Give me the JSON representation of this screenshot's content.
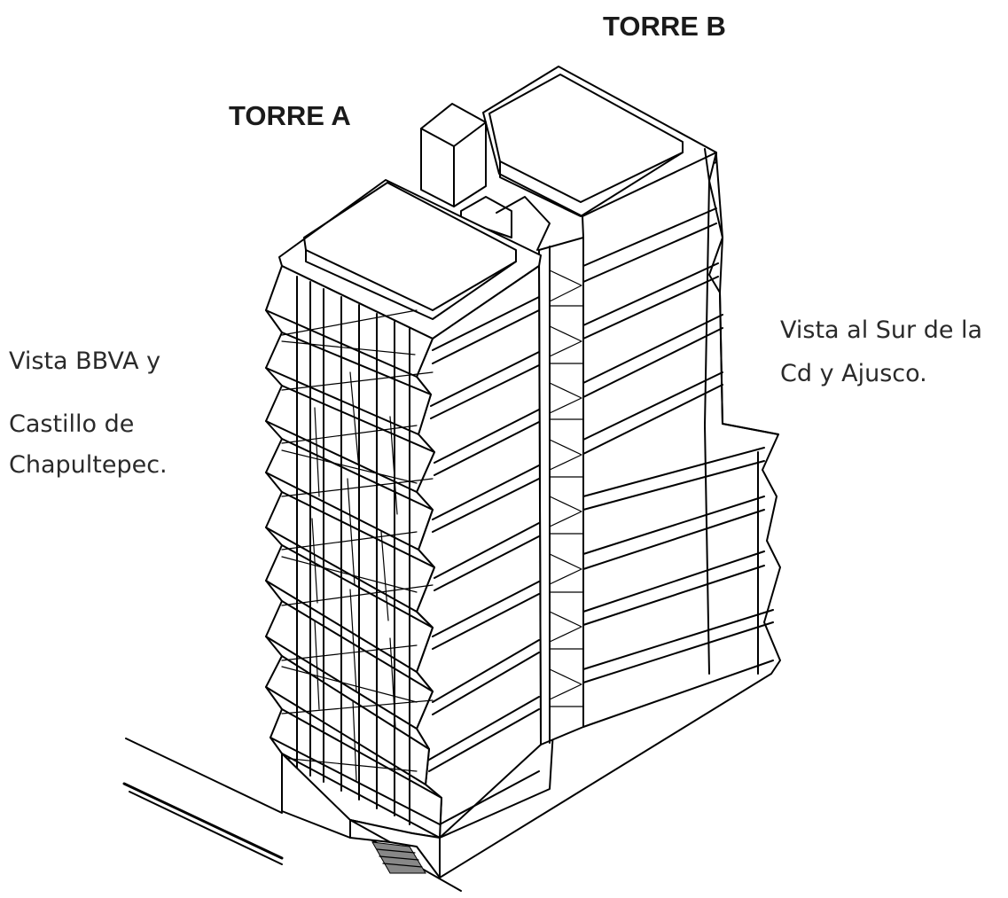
{
  "labels": {
    "tower_a": "TORRE A",
    "tower_b": "TORRE B",
    "view_left": [
      "Vista BBVA y",
      "Castillo de",
      "Chapultepec."
    ],
    "view_right": [
      "Vista al Sur de la",
      "Cd y Ajusco."
    ]
  },
  "colors": {
    "line": "#000000",
    "background": "#ffffff",
    "label": "#1a1a1a"
  }
}
